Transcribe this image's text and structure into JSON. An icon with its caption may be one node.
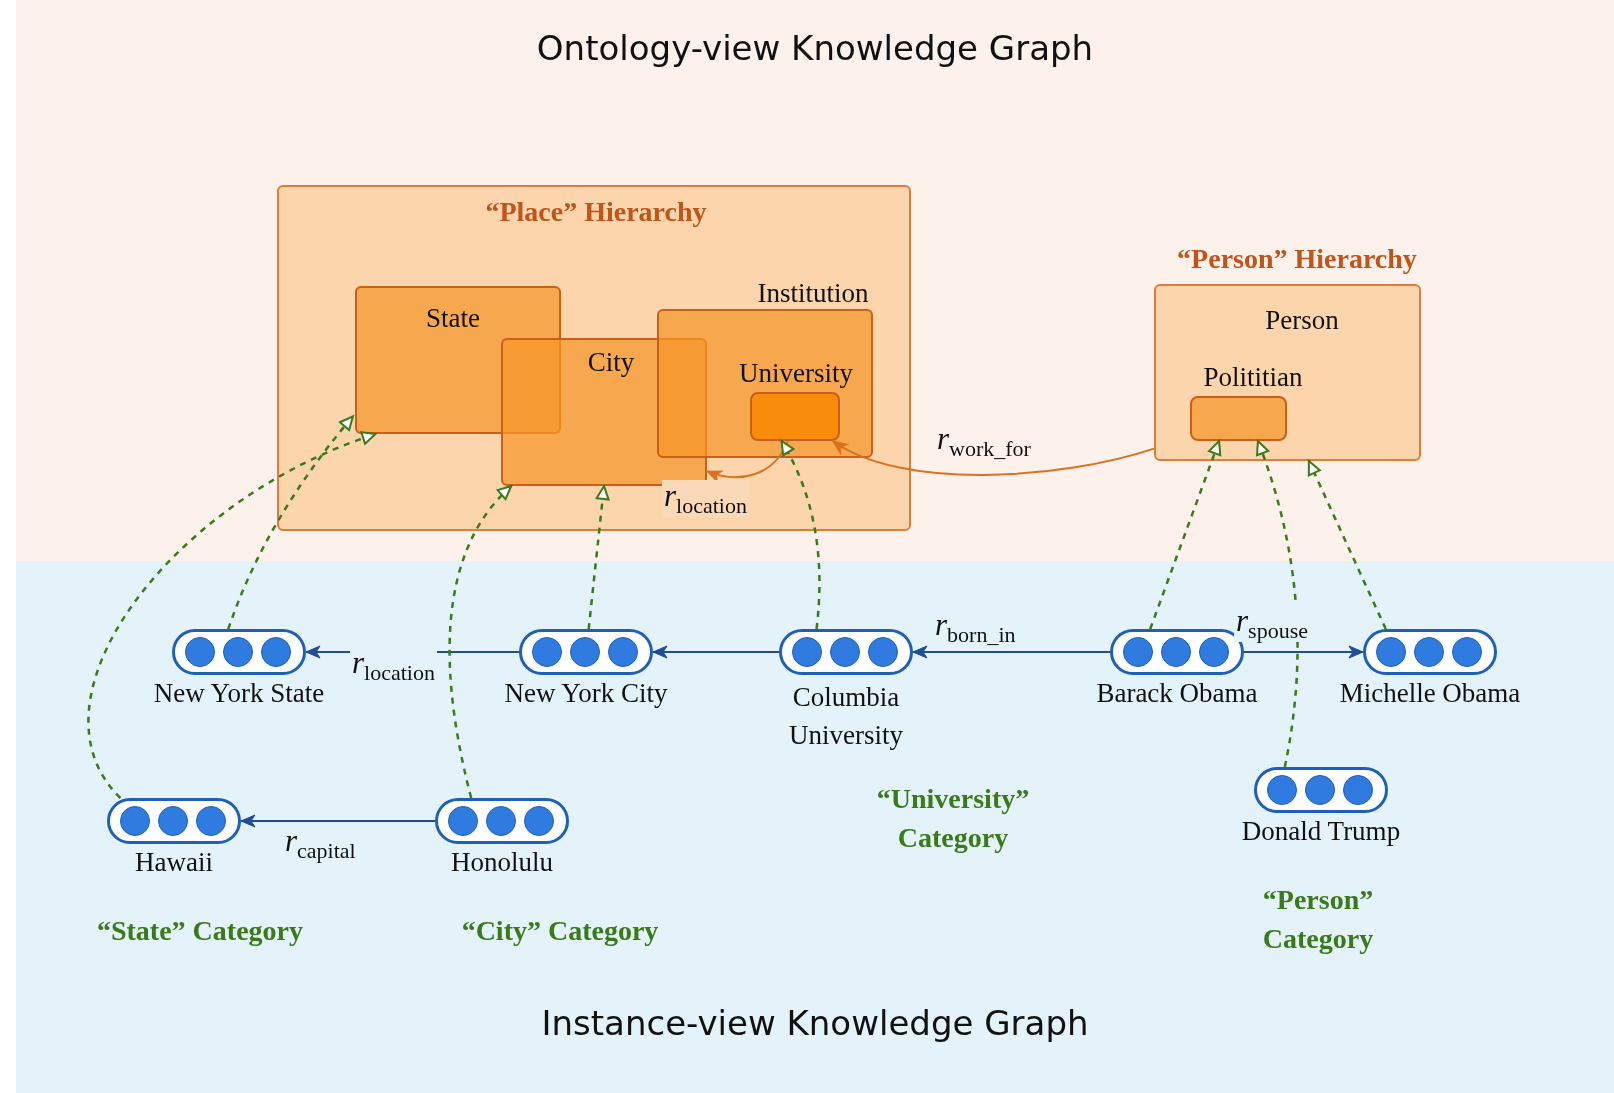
{
  "diagram": {
    "nodes": [
      {
        "text": [
          "Ontology-view Knowledge Graph"
        ]
      },
      {
        "text": [
          "Instance-view Knowledge Graph"
        ]
      },
      {
        "text": [
          "“Place” Hierarchy"
        ],
        "in": 0
      },
      {
        "text": [
          "State"
        ],
        "in": 2
      },
      {
        "text": [
          "City"
        ],
        "in": 2
      },
      {
        "text": [
          "Institution"
        ],
        "in": 2
      },
      {
        "text": [
          "University"
        ],
        "in": 5
      },
      {
        "text": [
          "“Person” Hierarchy",
          "Person"
        ],
        "in": 0
      },
      {
        "text": [
          "Polititian"
        ],
        "in": 7
      },
      {
        "text": [
          "New York State"
        ],
        "in": 1
      },
      {
        "text": [
          "New York City"
        ],
        "in": 1
      },
      {
        "text": [
          "Columbia University"
        ],
        "in": 1
      },
      {
        "text": [
          "Barack Obama"
        ],
        "in": 1
      },
      {
        "text": [
          "Michelle Obama"
        ],
        "in": 1
      },
      {
        "text": [
          "Hawaii"
        ],
        "in": 1
      },
      {
        "text": [
          "Honolulu"
        ],
        "in": 1
      },
      {
        "text": [
          "Donald Trump"
        ],
        "in": 1
      }
    ],
    "edges": [
      {
        "from": 7,
        "to": 6,
        "arrow": "to",
        "label": "*r*$_{work_for}$",
        "color": "#d9731f"
      },
      {
        "from": 6,
        "to": 4,
        "arrow": "to",
        "label": "*r*$_{location}$",
        "color": "#d9731f"
      },
      {
        "from": 10,
        "to": 9,
        "arrow": "to",
        "label": "*r*$_{location}$",
        "color": "#1f4e96"
      },
      {
        "from": 11,
        "to": 10,
        "arrow": "to",
        "color": "#1f4e96"
      },
      {
        "from": 12,
        "to": 11,
        "arrow": "to",
        "label": "*r*$_{born_in}$",
        "color": "#1f4e96"
      },
      {
        "from": 12,
        "to": 13,
        "arrow": "to",
        "label": "*r*$_{spouse}$",
        "color": "#1f4e96"
      },
      {
        "from": 15,
        "to": 14,
        "arrow": "to",
        "label": "*r*$_{capital}$",
        "color": "#1f4e96"
      },
      {
        "from": 9,
        "to": 3,
        "arrow": "to",
        "style": "dashed",
        "color": "#3a7a1a"
      },
      {
        "from": 14,
        "to": 3,
        "arrow": "to",
        "style": "dashed",
        "color": "#3a7a1a"
      },
      {
        "from": 15,
        "to": 4,
        "arrow": "to",
        "style": "dashed",
        "color": "#3a7a1a"
      },
      {
        "from": 10,
        "to": 4,
        "arrow": "to",
        "style": "dashed",
        "color": "#3a7a1a"
      },
      {
        "from": 11,
        "to": 6,
        "arrow": "to",
        "style": "dashed",
        "color": "#3a7a1a"
      },
      {
        "from": 12,
        "to": 8,
        "arrow": "to",
        "style": "dashed",
        "color": "#3a7a1a"
      },
      {
        "from": 16,
        "to": 8,
        "arrow": "to",
        "style": "dashed",
        "color": "#3a7a1a"
      },
      {
        "from": 13,
        "to": 7,
        "arrow": "to",
        "style": "dashed",
        "color": "#3a7a1a"
      }
    ],
    "labels": [
      "“University” Category",
      "“Person” Category",
      "“State” Category",
      "“City” Category"
    ]
  }
}
